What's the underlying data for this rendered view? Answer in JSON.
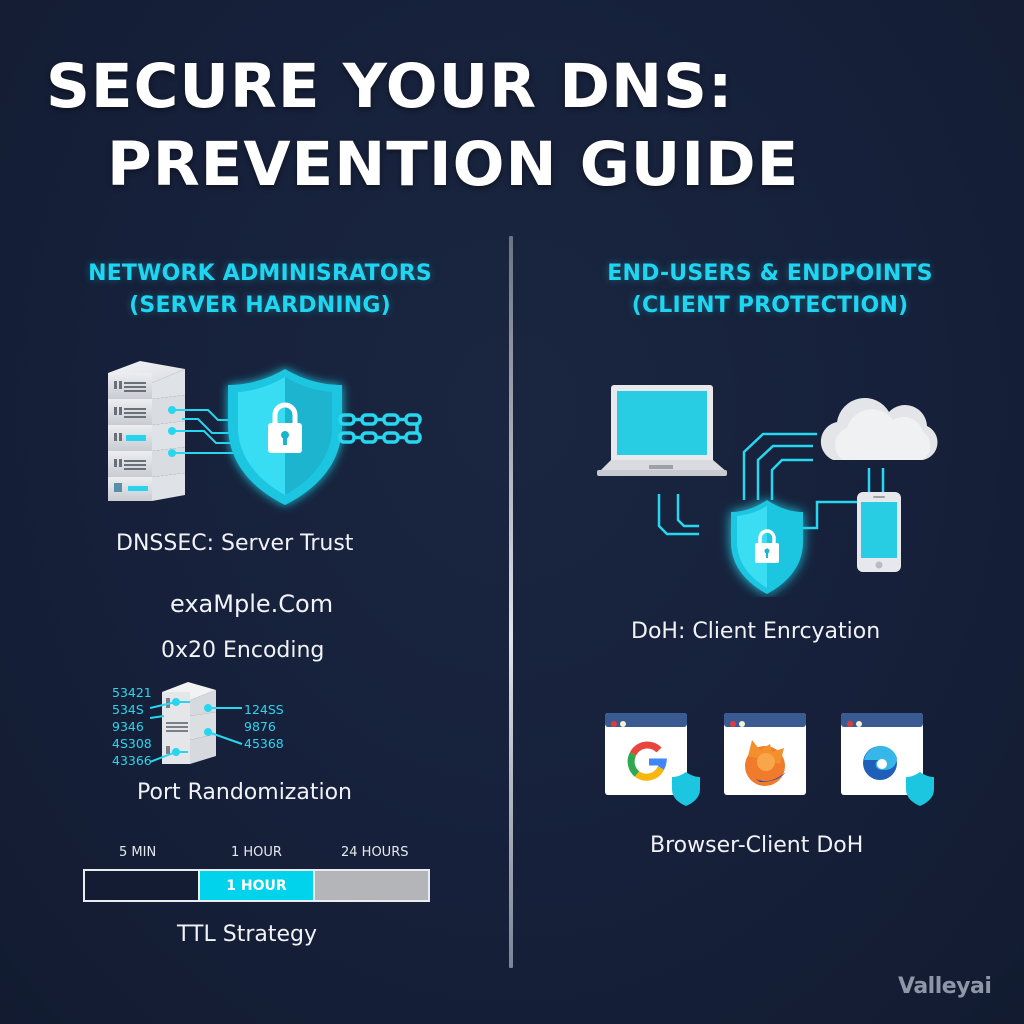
{
  "title": {
    "line1": "SECURE YOUR DNS:",
    "line2": "PREVENTION GUIDE"
  },
  "colors": {
    "background": "#16203a",
    "accent_cyan": "#1fd6f2",
    "text_white": "#ffffff",
    "ttl_gray": "#b4b5b8"
  },
  "left_section": {
    "heading_line1": "NETWORK ADMINISRATORS",
    "heading_line2": "(SERVER HARDNING)",
    "dnssec": {
      "icons": [
        "server-stack-icon",
        "shield-lock-icon",
        "chain-icon"
      ],
      "caption": "DNSSEC: Server Trust"
    },
    "encoding": {
      "example": "exaMple.Com",
      "caption": "0x20 Encoding"
    },
    "port_randomization": {
      "ports_left": [
        "53421",
        "534S",
        "9346",
        "4S308",
        "43366"
      ],
      "ports_right": [
        "124SS",
        "9876",
        "45368"
      ],
      "caption": "Port Randomization"
    },
    "ttl": {
      "labels": [
        "5 MIN",
        "1 HOUR",
        "24 HOURS"
      ],
      "segments": [
        "",
        "1 HOUR",
        ""
      ],
      "selected_index": 1,
      "caption": "TTL Strategy"
    }
  },
  "right_section": {
    "heading_line1": "END-USERS & ENDPOINTS",
    "heading_line2": "(CLIENT PROTECTION)",
    "doh": {
      "icons": [
        "laptop-icon",
        "cloud-icon",
        "shield-lock-icon",
        "smartphone-icon"
      ],
      "caption": "DoH: Client Enrcyation"
    },
    "browsers": {
      "items": [
        {
          "name": "chrome",
          "icon": "google-g-icon",
          "shield": true
        },
        {
          "name": "firefox",
          "icon": "firefox-icon",
          "shield": false
        },
        {
          "name": "edge",
          "icon": "edge-icon",
          "shield": true
        }
      ],
      "caption": "Browser-Client DoH"
    }
  },
  "watermark": "Valleyai"
}
